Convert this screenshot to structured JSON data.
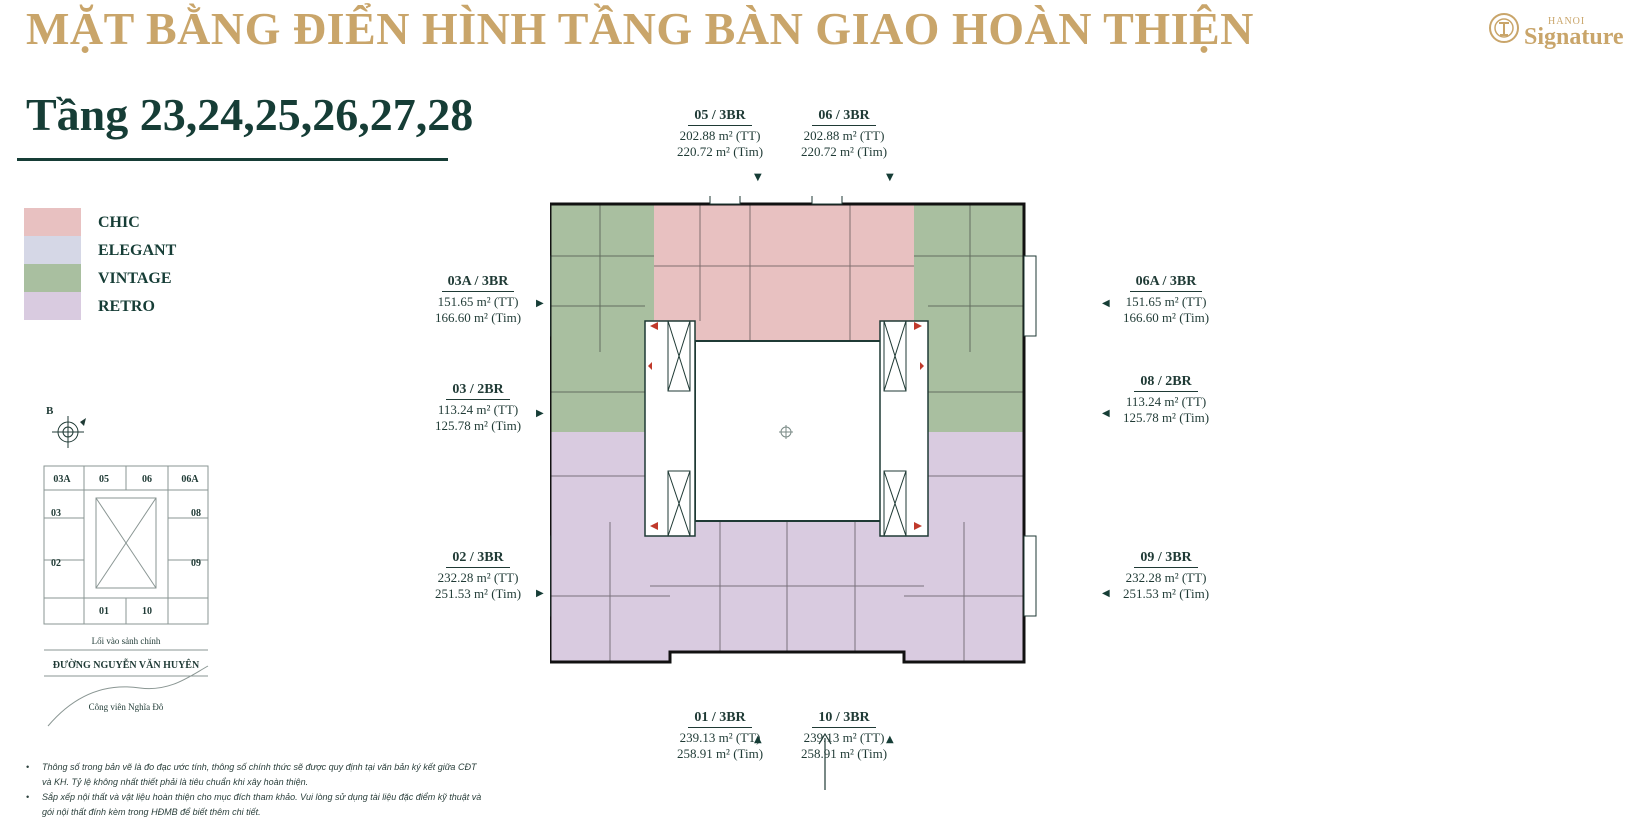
{
  "header": {
    "title": "MẶT BẰNG ĐIỂN HÌNH TẦNG BÀN GIAO HOÀN THIỆN",
    "floor": "Tầng 23,24,25,26,27,28"
  },
  "logo": {
    "top": "HANOI",
    "main": "Signature"
  },
  "legend": [
    {
      "label": "CHIC",
      "color": "#e8c1c1"
    },
    {
      "label": "ELEGANT",
      "color": "#d5d7e6"
    },
    {
      "label": "VINTAGE",
      "color": "#a9bfa0"
    },
    {
      "label": "RETRO",
      "color": "#d9cbe0"
    }
  ],
  "keyplan": {
    "north": "B",
    "units": [
      "03A",
      "05",
      "06",
      "06A",
      "03",
      "08",
      "02",
      "09",
      "01",
      "10"
    ],
    "entrance": "Lối vào sảnh chính",
    "street": "ĐƯỜNG NGUYỄN VĂN HUYÊN",
    "park": "Công viên Nghĩa Đô"
  },
  "units": {
    "u05": {
      "name": "05 / 3BR",
      "tt": "202.88 m² (TT)",
      "tim": "220.72 m² (Tim)"
    },
    "u06": {
      "name": "06 / 3BR",
      "tt": "202.88 m² (TT)",
      "tim": "220.72 m² (Tim)"
    },
    "u03a": {
      "name": "03A / 3BR",
      "tt": "151.65 m² (TT)",
      "tim": "166.60 m² (Tim)"
    },
    "u06a": {
      "name": "06A / 3BR",
      "tt": "151.65 m² (TT)",
      "tim": "166.60 m² (Tim)"
    },
    "u03": {
      "name": "03 / 2BR",
      "tt": "113.24 m² (TT)",
      "tim": "125.78 m² (Tim)"
    },
    "u08": {
      "name": "08 / 2BR",
      "tt": "113.24 m² (TT)",
      "tim": "125.78 m² (Tim)"
    },
    "u02": {
      "name": "02 / 3BR",
      "tt": "232.28 m² (TT)",
      "tim": "251.53 m² (Tim)"
    },
    "u09": {
      "name": "09 / 3BR",
      "tt": "232.28 m² (TT)",
      "tim": "251.53 m² (Tim)"
    },
    "u01": {
      "name": "01 / 3BR",
      "tt": "239.13 m² (TT)",
      "tim": "258.91 m² (Tim)"
    },
    "u10": {
      "name": "10 / 3BR",
      "tt": "239.13 m² (TT)",
      "tim": "258.91 m² (Tim)"
    }
  },
  "notes": [
    "Thông số trong bản vẽ là đo đạc ước tính, thông số chính thức sẽ được quy định tại văn bản ký kết giữa CĐT và KH. Tỷ lệ không nhất thiết phải là tiêu chuẩn khi xây hoàn thiện.",
    "Sắp xếp nội thất và vật liệu hoàn thiện cho mục đích tham khảo. Vui lòng sử dụng tài liệu đặc điểm kỹ thuật và gói nội thất đính kèm trong HĐMB để biết thêm chi tiết."
  ]
}
